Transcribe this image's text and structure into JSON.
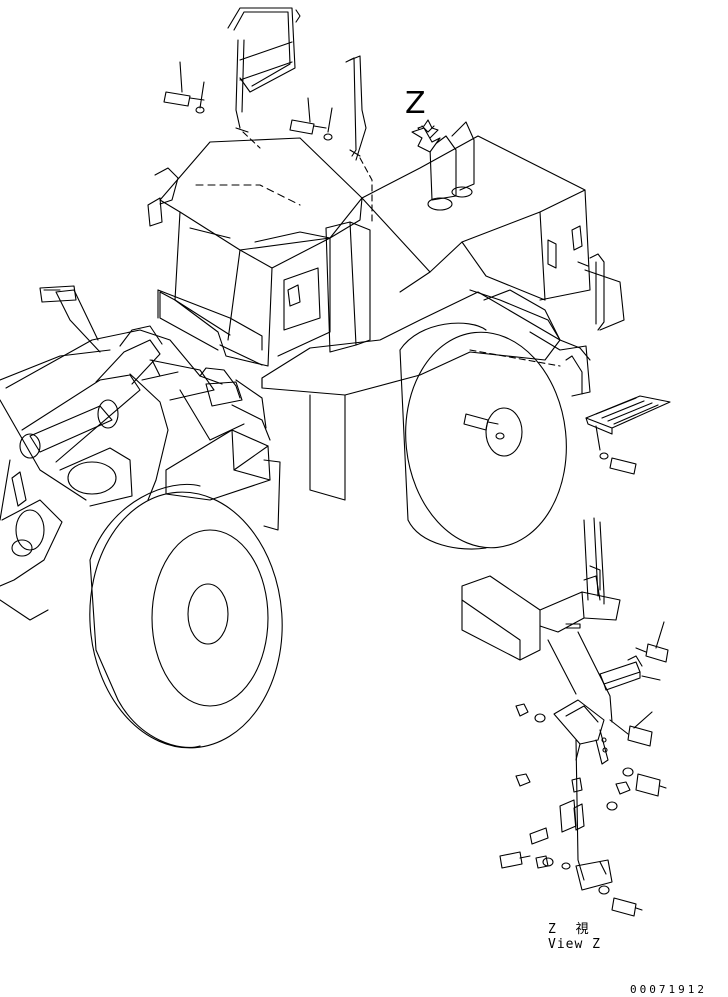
{
  "diagram": {
    "z_marker": "Z",
    "view_label_jp": "Z 視",
    "view_label_en": "View Z",
    "document_number": "00071912"
  }
}
